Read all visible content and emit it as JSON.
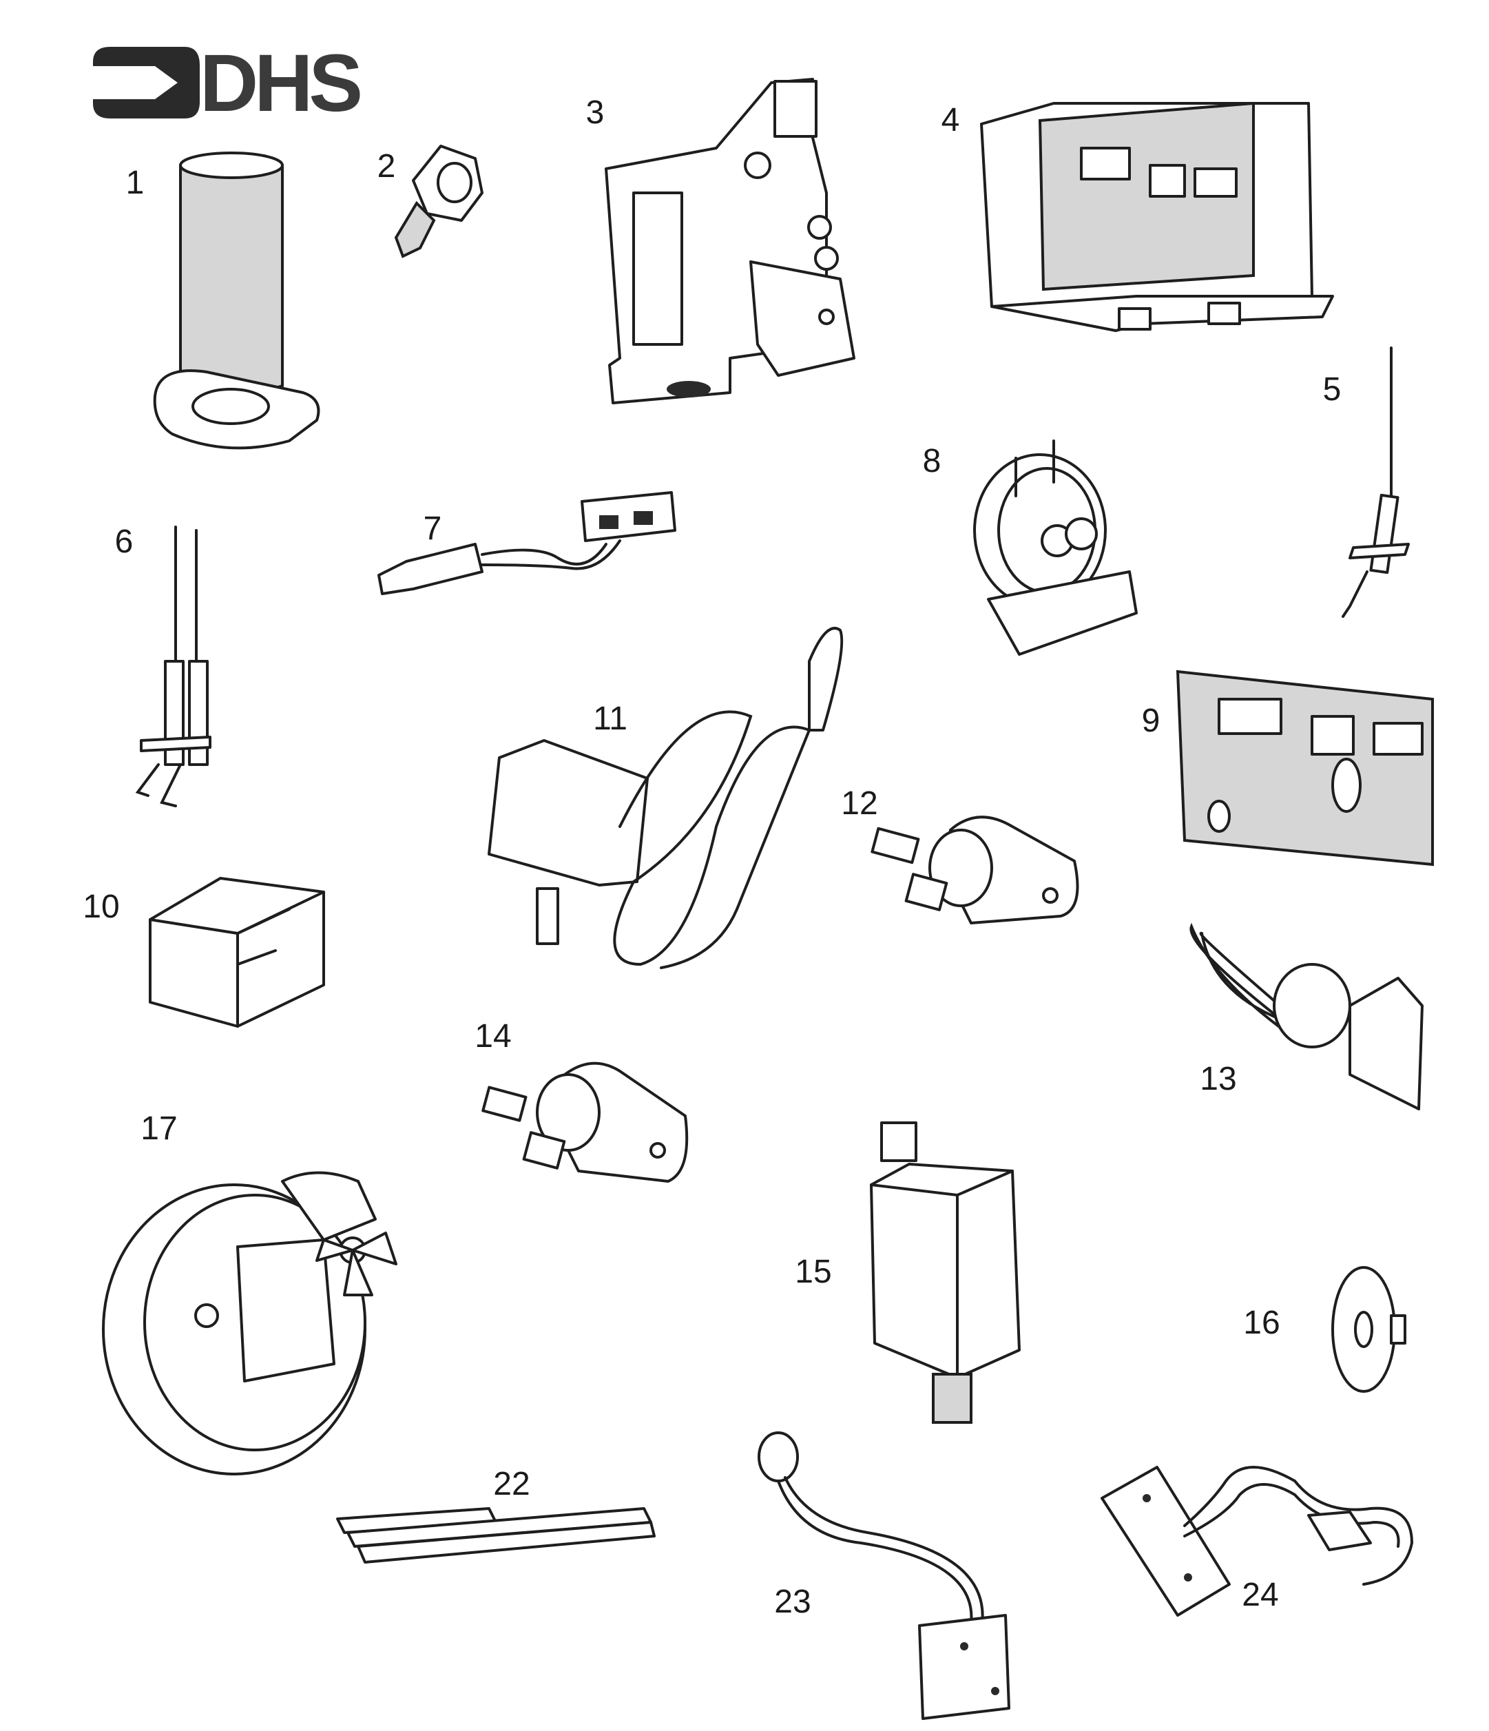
{
  "logo": {
    "text": "DHS",
    "color": "#3b3b3b"
  },
  "parts": [
    {
      "number": "1",
      "icon": "burner-tube"
    },
    {
      "number": "2",
      "icon": "injector-jet"
    },
    {
      "number": "3",
      "icon": "gas-valve"
    },
    {
      "number": "4",
      "icon": "control-box"
    },
    {
      "number": "5",
      "icon": "flame-sensing-electrode"
    },
    {
      "number": "6",
      "icon": "ignition-electrodes"
    },
    {
      "number": "7",
      "icon": "ignition-lead"
    },
    {
      "number": "8",
      "icon": "pressure-switch"
    },
    {
      "number": "9",
      "icon": "pcb-board"
    },
    {
      "number": "10",
      "icon": "connector-block"
    },
    {
      "number": "11",
      "icon": "control-thermostat"
    },
    {
      "number": "12",
      "icon": "overheat-thermostat"
    },
    {
      "number": "13",
      "icon": "capillary-thermostat"
    },
    {
      "number": "14",
      "icon": "limit-thermostat"
    },
    {
      "number": "15",
      "icon": "expansion-vessel"
    },
    {
      "number": "16",
      "icon": "control-knob"
    },
    {
      "number": "17",
      "icon": "fan-assembly"
    },
    {
      "number": "22",
      "icon": "insulation-strips"
    },
    {
      "number": "23",
      "icon": "pipe-bracket"
    },
    {
      "number": "24",
      "icon": "pipe-bracket-double"
    }
  ]
}
